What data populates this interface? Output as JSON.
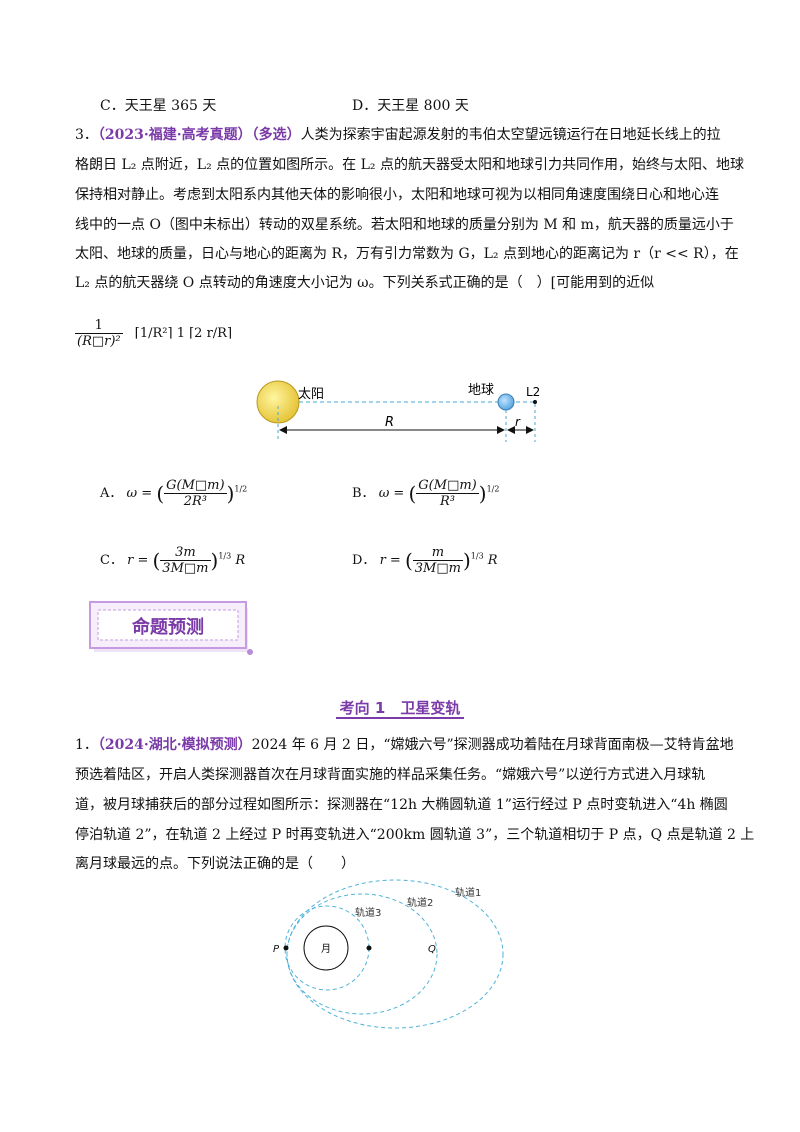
{
  "prev_options": {
    "c": "C．天王星 365 天",
    "d": "D．天王星 800 天"
  },
  "q3": {
    "number": "3．",
    "tag": "（2023·福建·高考真题）（多选）",
    "line1": "人类为探索宇宙起源发射的韦伯太空望远镜运行在日地延长线上的拉",
    "line2": "格朗日 L₂ 点附近，L₂ 点的位置如图所示。在 L₂ 点的航天器受太阳和地球引力共同作用，始终与太阳、地球",
    "line3": "保持相对静止。考虑到太阳系内其他天体的影响很小，太阳和地球可视为以相同角速度围绕日心和地心连",
    "line4": "线中的一点 O（图中未标出）转动的双星系统。若太阳和地球的质量分别为 M 和 m，航天器的质量远小于",
    "line5": "太阳、地球的质量，日心与地心的距离为 R，万有引力常数为 G，L₂ 点到地心的距离记为 r（r << R），在",
    "line6": "L₂ 点的航天器绕 O 点转动的角速度大小记为 ω。下列关系式正确的是（　）[可能用到的近似",
    "approx_num": "1",
    "approx_den": "(R□r)²",
    "approx_rest": "⌈1/R²⌉ 1 ⌈2 r/R⌉",
    "diagram": {
      "sun_label": "太阳",
      "earth_label": "地球",
      "l2_label": "L2",
      "R_label": "R",
      "r_label": "r"
    },
    "options": {
      "a_label": "A．",
      "a_num": "G(M□m)",
      "a_den": "2R³",
      "a_exp": "1/2",
      "b_label": "B．",
      "b_num": "G(M□m)",
      "b_den": "R³",
      "b_exp": "1/2",
      "c_label": "C．",
      "c_num": "3m",
      "c_den": "3M□m",
      "c_exp": "1/3",
      "d_label": "D．",
      "d_num": "m",
      "d_den": "3M□m",
      "d_exp": "1/3"
    }
  },
  "section_banner": "命题预测",
  "section_title": "考向 1　卫星变轨",
  "q1": {
    "number": "1．",
    "tag": "（2024·湖北·模拟预测）",
    "line1": "2024 年 6 月 2 日，“嫦娥六号”探测器成功着陆在月球背面南极—艾特肯盆地",
    "line2": "预选着陆区，开启人类探测器首次在月球背面实施的样品采集任务。“嫦娥六号”以逆行方式进入月球轨",
    "line3": "道，被月球捕获后的部分过程如图所示：探测器在“12h 大椭圆轨道 1”运行经过 P 点时变轨进入“4h 椭圆",
    "line4": "停泊轨道 2”，在轨道 2 上经过 P 时再变轨进入“200km 圆轨道 3”，三个轨道相切于 P 点，Q 点是轨道 2 上",
    "line5": "离月球最远的点。下列说法正确的是（　　）",
    "diagram": {
      "orbit1": "轨道1",
      "orbit2": "轨道2",
      "orbit3": "轨道3",
      "moon": "月",
      "p": "P",
      "q": "Q"
    }
  }
}
